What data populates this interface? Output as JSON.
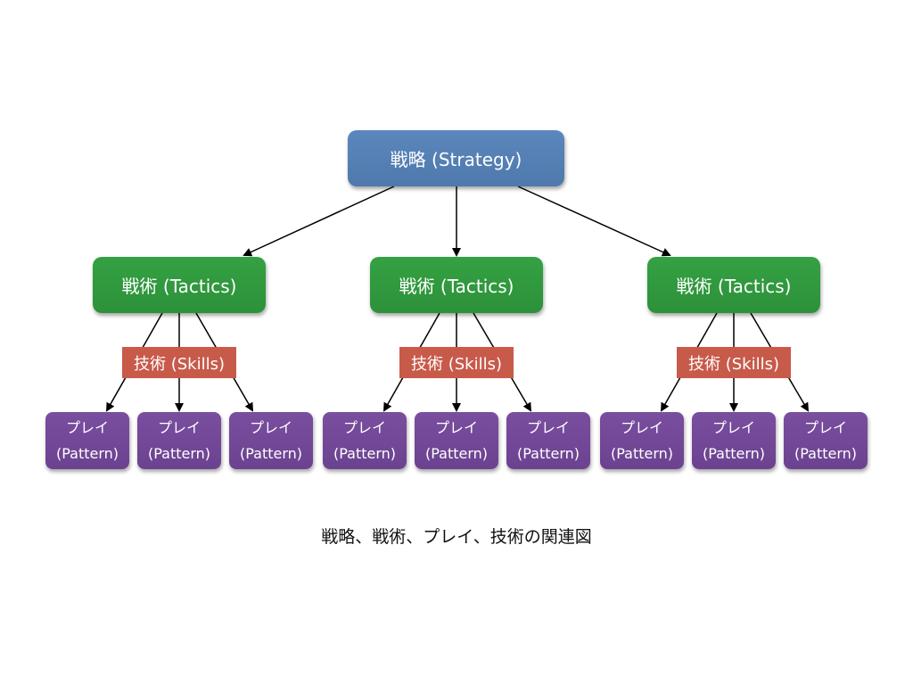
{
  "strategy": {
    "label": "戦略 (Strategy)"
  },
  "tactics_label": "戦術 (Tactics)",
  "skills_label": "技術 (Skills)",
  "play": {
    "line1": "プレイ",
    "line2": "(Pattern)"
  },
  "caption": "戦略、戦術、プレイ、技術の関連図",
  "colors": {
    "strategy": "#5580b5",
    "tactics": "#31993f",
    "skills": "#c85a4a",
    "play": "#734897",
    "arrow": "#000000"
  }
}
